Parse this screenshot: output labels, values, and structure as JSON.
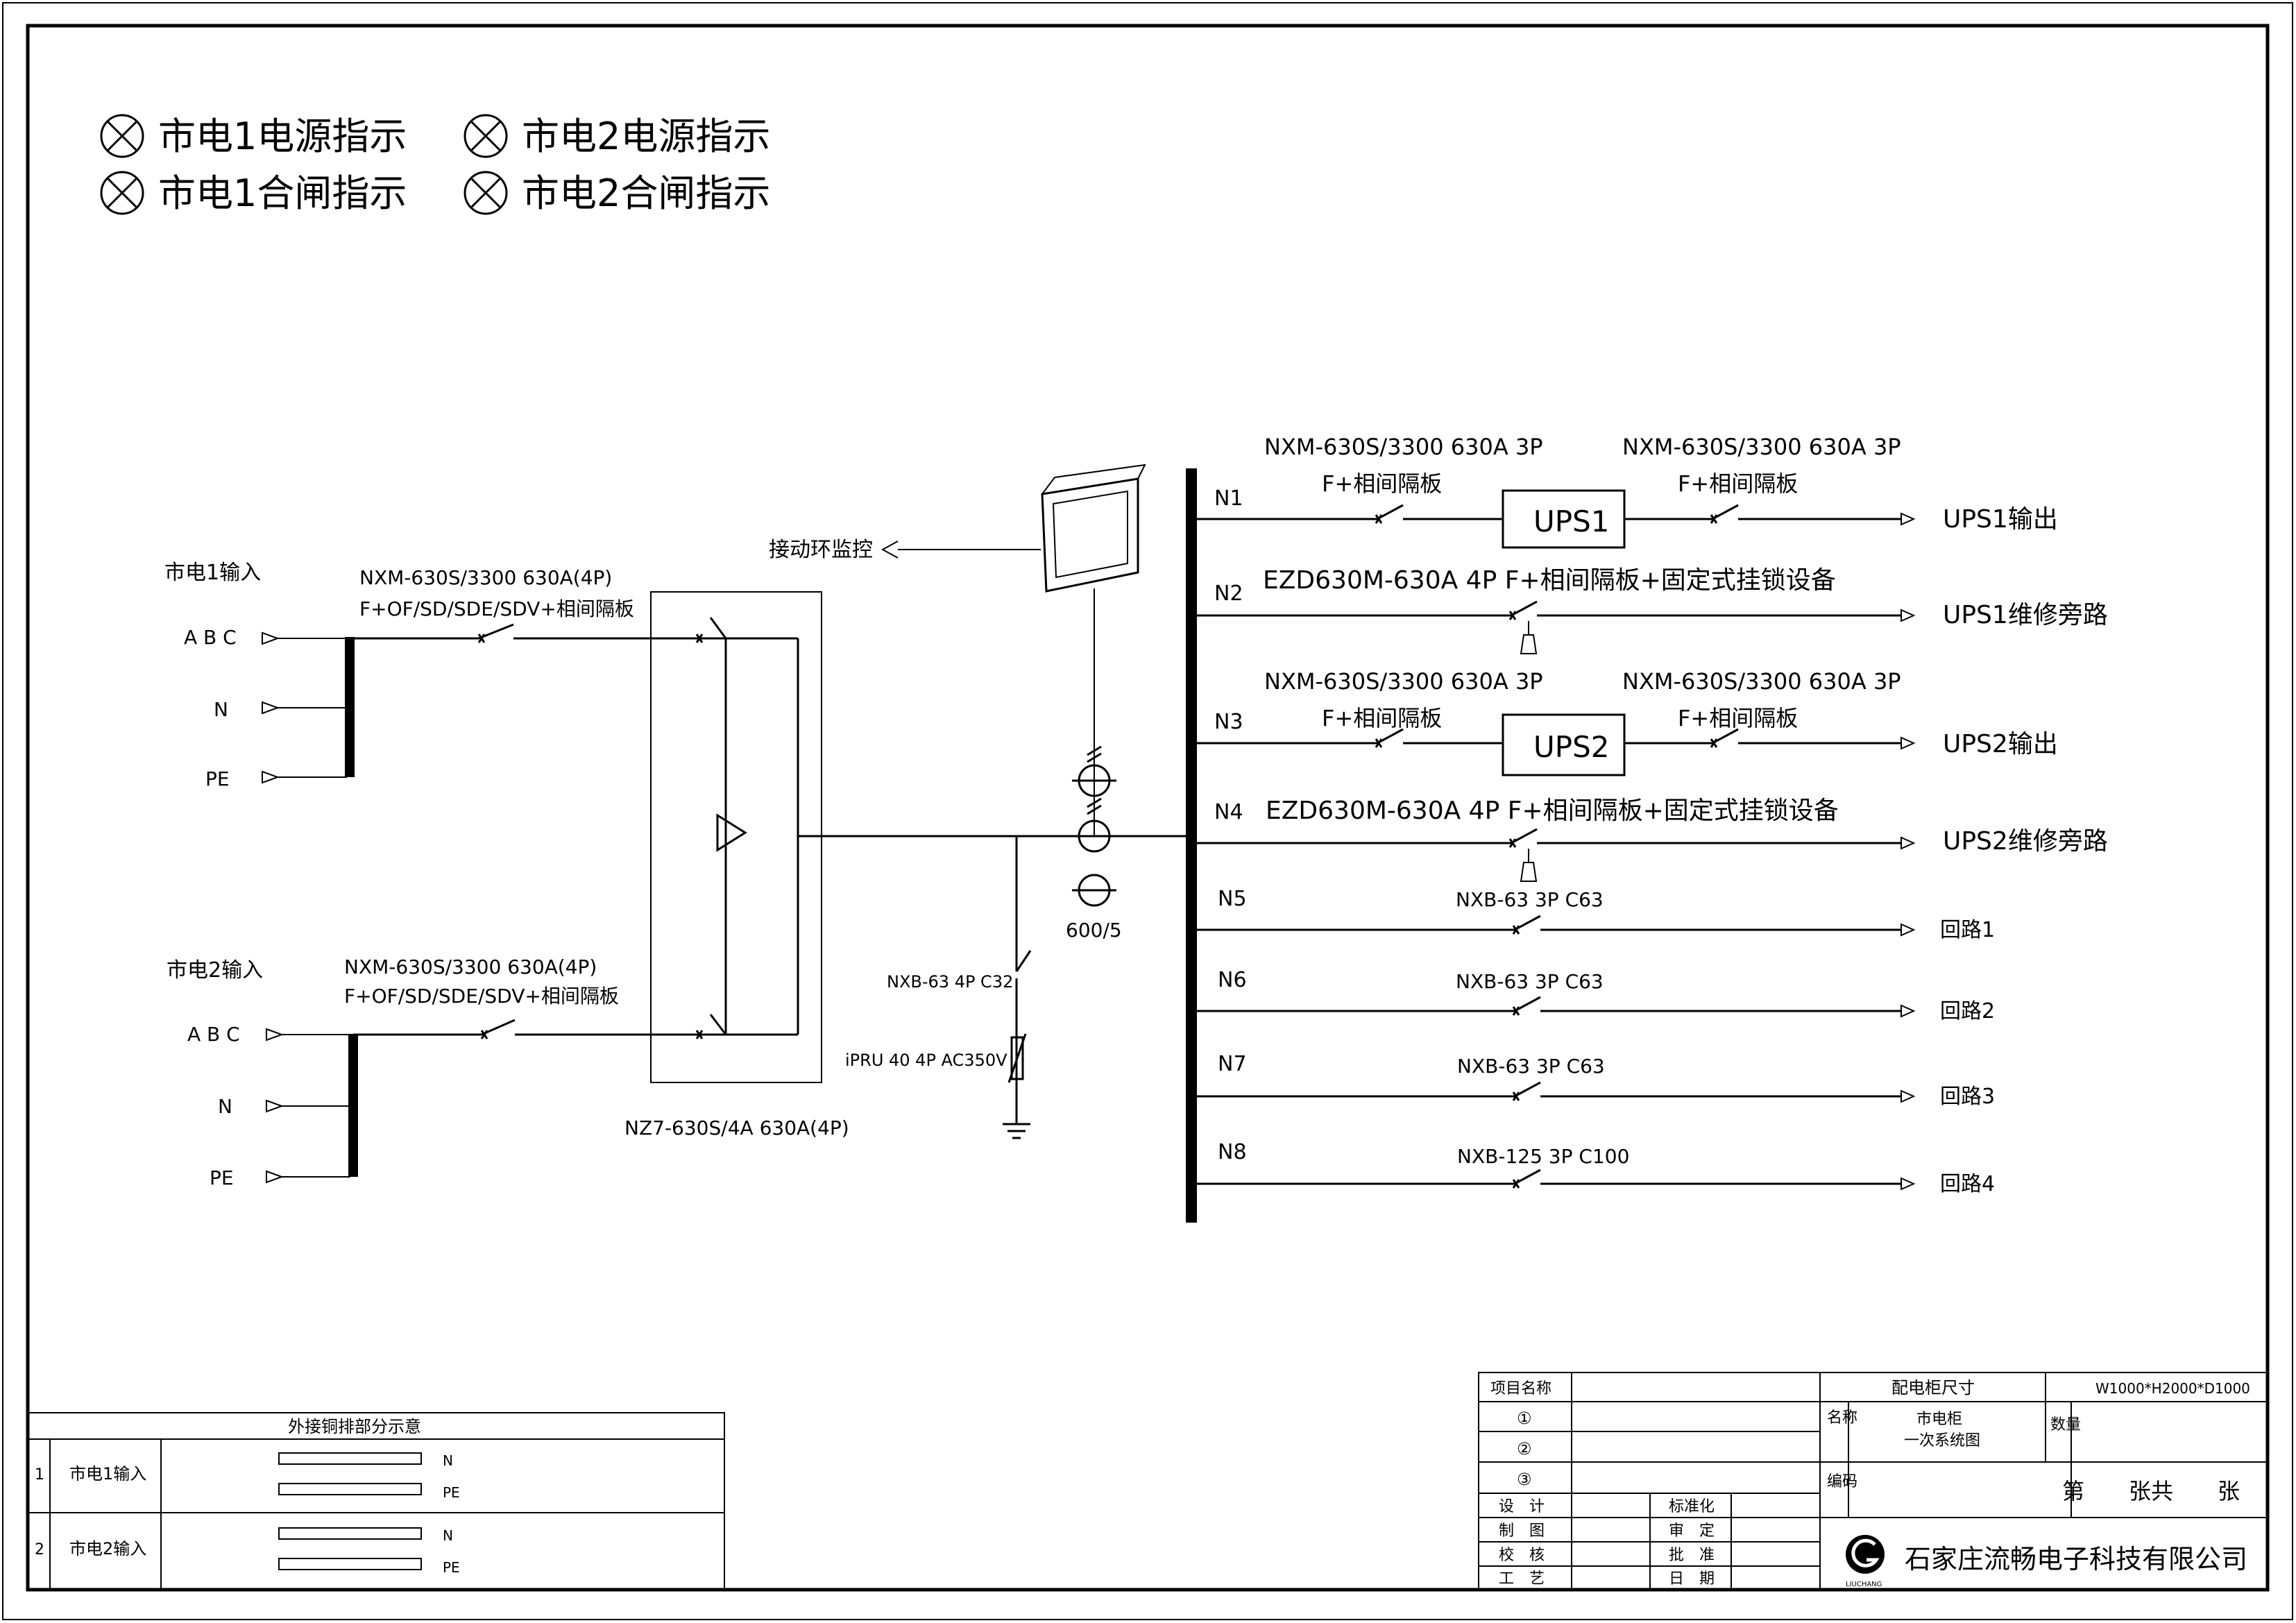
{
  "legend": [
    "市电1电源指示",
    "市电2电源指示",
    "市电1合闸指示",
    "市电2合闸指示"
  ],
  "input1": {
    "title": "市电1输入",
    "breaker_model": "NXM-630S/3300 630A(4P)",
    "breaker_acc": "F+OF/SD/SDE/SDV+相间隔板",
    "phases": [
      "A B C",
      "N",
      "PE"
    ]
  },
  "input2": {
    "title": "市电2输入",
    "breaker_model": "NXM-630S/3300 630A(4P)",
    "breaker_acc": "F+OF/SD/SDE/SDV+相间隔板",
    "phases": [
      "A B C",
      "N",
      "PE"
    ]
  },
  "ats": "NZ7-630S/4A 630A(4P)",
  "monitor_label": "接动环监控",
  "ct_label": "600/5",
  "spd": {
    "breaker": "NXB-63 4P C32",
    "arrester": "iPRU 40 4P AC350V"
  },
  "feeders": [
    {
      "no": "N1",
      "b1_model": "NXM-630S/3300 630A 3P",
      "b1_acc": "F+相间隔板",
      "ups": "UPS1",
      "b2_model": "NXM-630S/3300 630A 3P",
      "b2_acc": "F+相间隔板",
      "out": "UPS1输出"
    },
    {
      "no": "N2",
      "desc": "EZD630M-630A 4P F+相间隔板+固定式挂锁设备",
      "out": "UPS1维修旁路"
    },
    {
      "no": "N3",
      "b1_model": "NXM-630S/3300 630A 3P",
      "b1_acc": "F+相间隔板",
      "ups": "UPS2",
      "b2_model": "NXM-630S/3300 630A 3P",
      "b2_acc": "F+相间隔板",
      "out": "UPS2输出"
    },
    {
      "no": "N4",
      "desc": "EZD630M-630A 4P F+相间隔板+固定式挂锁设备",
      "out": "UPS2维修旁路"
    },
    {
      "no": "N5",
      "desc": "NXB-63 3P C63",
      "out": "回路1"
    },
    {
      "no": "N6",
      "desc": "NXB-63 3P C63",
      "out": "回路2"
    },
    {
      "no": "N7",
      "desc": "NXB-63 3P C63",
      "out": "回路3"
    },
    {
      "no": "N8",
      "desc": "NXB-125 3P C100",
      "out": "回路4"
    }
  ],
  "copper": {
    "title": "外接铜排部分示意",
    "rows": [
      {
        "no": "1",
        "name": "市电1输入",
        "bars": [
          "N",
          "PE"
        ]
      },
      {
        "no": "2",
        "name": "市电2输入",
        "bars": [
          "N",
          "PE"
        ]
      }
    ]
  },
  "title_block": {
    "project_label": "项目名称",
    "circled": [
      "①",
      "②",
      "③"
    ],
    "roles_left": [
      "设　计",
      "制　图",
      "校　核",
      "工　艺"
    ],
    "roles_right": [
      "标准化",
      "审　定",
      "批　准",
      "日　期"
    ],
    "size_label": "配电柜尺寸",
    "size_value": "W1000*H2000*D1000",
    "name_label": "名称",
    "name_value_1": "市电柜",
    "name_value_2": "一次系统图",
    "qty_label": "数量",
    "code_label": "编码",
    "sheet": "第　　张共　　张",
    "logo_text": "LIUCHANG",
    "company": "石家庄流畅电子科技有限公司"
  }
}
